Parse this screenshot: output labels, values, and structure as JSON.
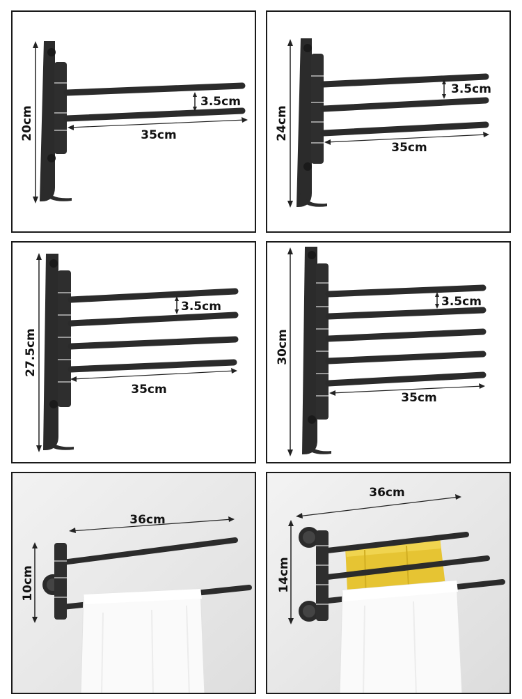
{
  "panels": [
    {
      "height_label": "20cm",
      "length_label": "35cm",
      "gap_label": "3.5cm",
      "bars": 2
    },
    {
      "height_label": "24cm",
      "length_label": "35cm",
      "gap_label": "3.5cm",
      "bars": 3
    },
    {
      "height_label": "27.5cm",
      "length_label": "35cm",
      "gap_label": "3.5cm",
      "bars": 4
    },
    {
      "height_label": "30cm",
      "length_label": "35cm",
      "gap_label": "3.5cm",
      "bars": 5
    },
    {
      "height_label": "10cm",
      "length_label": "36cm",
      "bars": 2,
      "towels": [
        "white"
      ]
    },
    {
      "height_label": "14cm",
      "length_label": "36cm",
      "bars": 3,
      "towels": [
        "yellow",
        "white"
      ]
    }
  ],
  "colors": {
    "rack": "#2b2b2b",
    "border": "#1a1a1a",
    "wall": "#e9e9e9",
    "towel_yellow": "#e6c433",
    "towel_white": "#fafafa"
  }
}
